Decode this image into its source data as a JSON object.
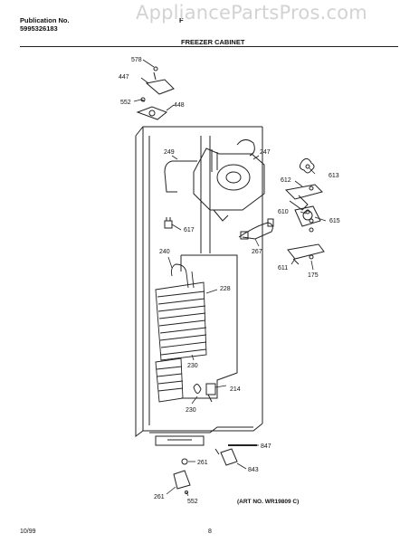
{
  "header": {
    "publication_label": "Publication No.",
    "publication_number": "5995326183",
    "model_partial": "F",
    "watermark": "AppliancePartsPros.com",
    "section_title": "FREEZER CABINET"
  },
  "callouts": [
    "578",
    "447",
    "552",
    "448",
    "249",
    "247",
    "612",
    "613",
    "617",
    "610",
    "615",
    "267",
    "611",
    "175",
    "240",
    "228",
    "230",
    "214",
    "230",
    "847",
    "261",
    "843",
    "261",
    "552"
  ],
  "art_number": "(ART NO. WR19809 C)",
  "footer": {
    "date": "10/99",
    "page": "8"
  }
}
